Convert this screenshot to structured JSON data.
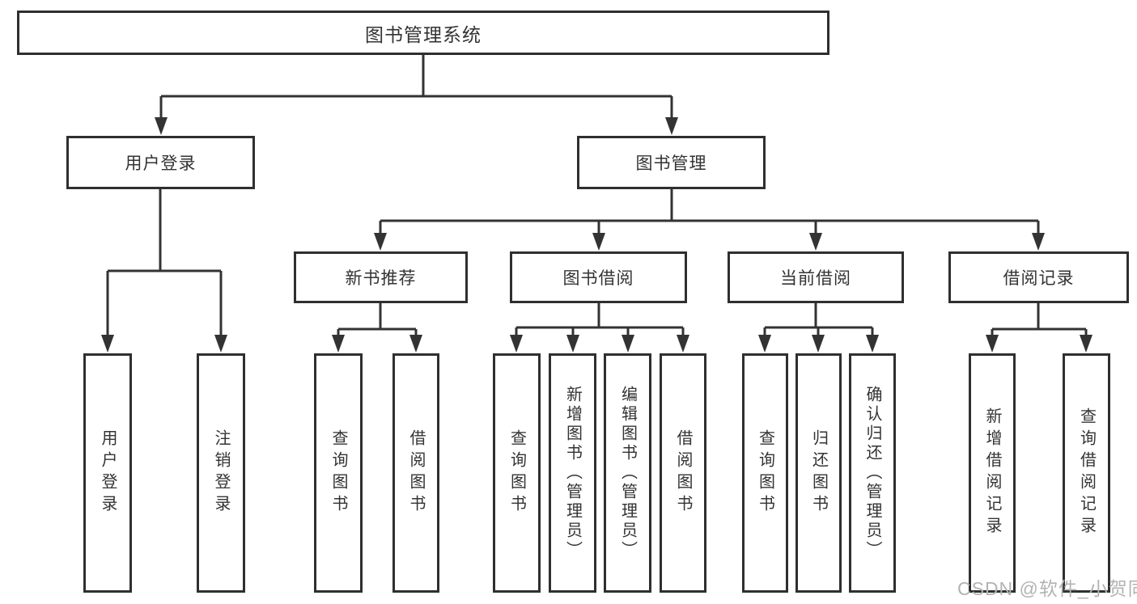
{
  "tree": {
    "label": "图书管理系统",
    "children": [
      {
        "label": "用户登录",
        "children": [
          {
            "label": "用户登录"
          },
          {
            "label": "注销登录"
          }
        ]
      },
      {
        "label": "图书管理",
        "children": [
          {
            "label": "新书推荐",
            "children": [
              {
                "label": "查询图书"
              },
              {
                "label": "借阅图书"
              }
            ]
          },
          {
            "label": "图书借阅",
            "children": [
              {
                "label": "查询图书"
              },
              {
                "label": "新增图书（管理员）"
              },
              {
                "label": "编辑图书（管理员）"
              },
              {
                "label": "借阅图书"
              }
            ]
          },
          {
            "label": "当前借阅",
            "children": [
              {
                "label": "查询图书"
              },
              {
                "label": "归还图书"
              },
              {
                "label": "确认归还（管理员）"
              }
            ]
          },
          {
            "label": "借阅记录",
            "children": [
              {
                "label": "新增借阅记录"
              },
              {
                "label": "查询借阅记录"
              }
            ]
          }
        ]
      }
    ]
  },
  "watermark": {
    "text": "CSDN @软件_小贺同学"
  },
  "colors": {
    "line": "#333333",
    "box_border": "#2f2f2f",
    "box_bg": "#ffffff",
    "text": "#333333",
    "watermark": "#b3b3b3",
    "background": "#ffffff"
  }
}
